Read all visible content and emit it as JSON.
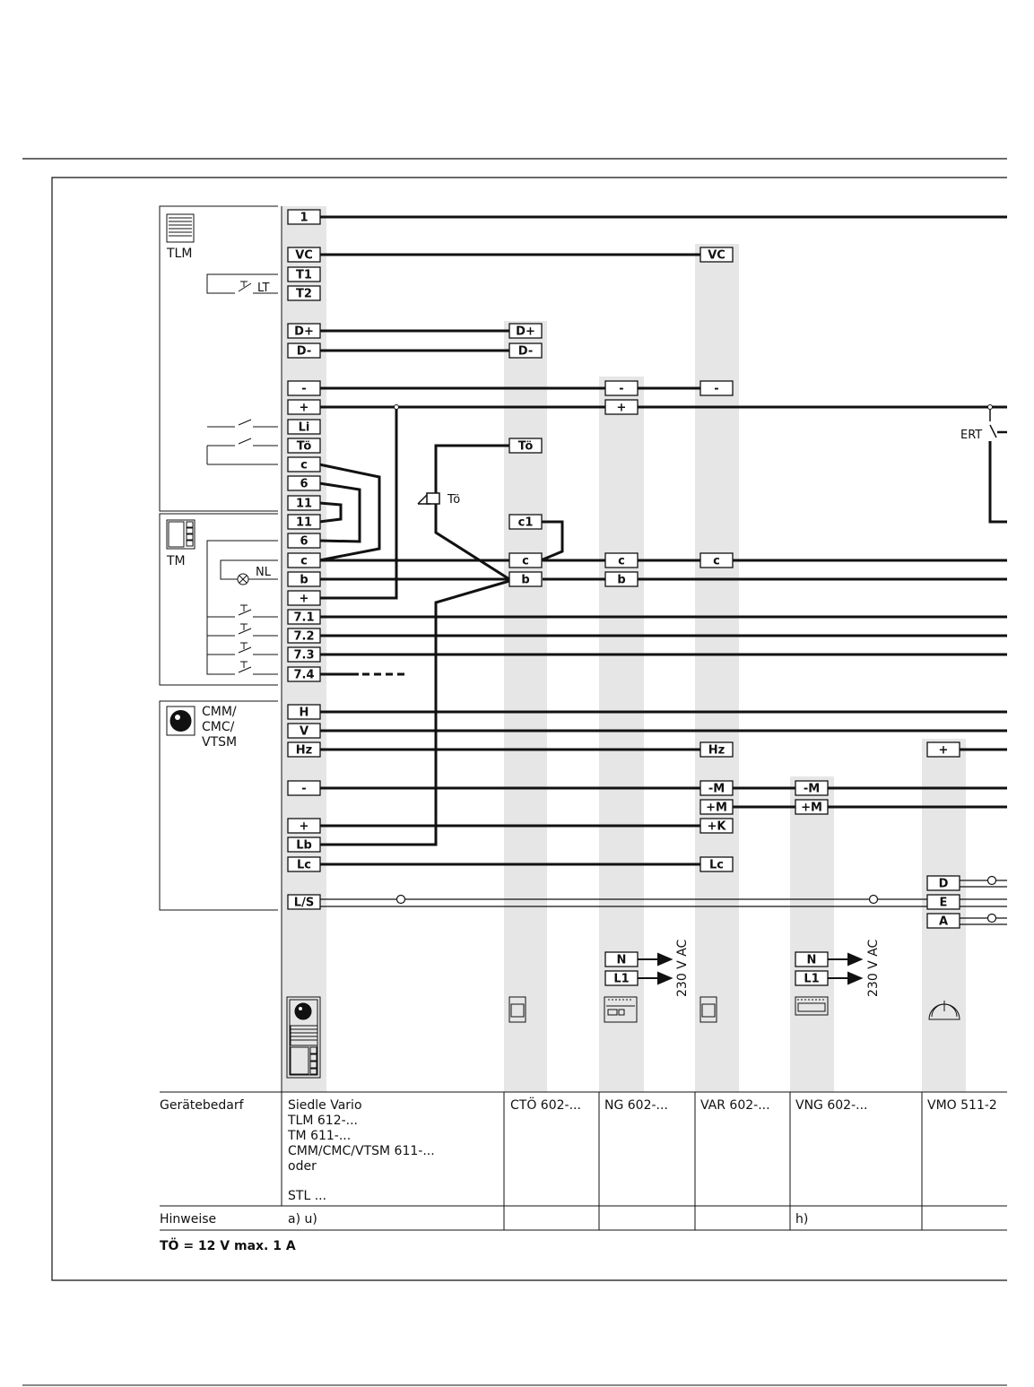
{
  "modules": {
    "tlm": "TLM",
    "tm": "TM",
    "cmm": [
      "CMM/",
      "CMC/",
      "VTSM"
    ]
  },
  "labels": {
    "lt": "LT",
    "nl": "NL",
    "toe_relay": "Tö",
    "ert": "ERT",
    "ac_1": "230 V AC",
    "ac_2": "230 V AC"
  },
  "terminals": {
    "main": [
      "1",
      "VC",
      "T1",
      "T2",
      "D+",
      "D-",
      "-",
      "+",
      "Li",
      "Tö",
      "c",
      "6",
      "11",
      "11",
      "6",
      "c",
      "b",
      "+",
      "7.1",
      "7.2",
      "7.3",
      "7.4",
      "H",
      "V",
      "Hz",
      "-",
      "+",
      "Lb",
      "Lc",
      "L/S"
    ],
    "ctoe": [
      "D+",
      "D-",
      "Tö",
      "c1",
      "c",
      "b"
    ],
    "ng": [
      "-",
      "+",
      "c",
      "b",
      "N",
      "L1"
    ],
    "var": [
      "VC",
      "-",
      "c",
      "Hz",
      "-M",
      "+M",
      "+K",
      "Lc"
    ],
    "vng": [
      "-M",
      "+M",
      "N",
      "L1"
    ],
    "vmo": [
      "+",
      "D",
      "E",
      "A"
    ]
  },
  "table": {
    "row1_label": "Gerätebedarf",
    "main_lines": [
      "Siedle Vario",
      "TLM 612-...",
      "TM 611-...",
      "CMM/CMC/VTSM 611-...",
      "oder",
      "",
      "STL ..."
    ],
    "devices": [
      "CTÖ 602-...",
      "NG 602-...",
      "VAR 602-...",
      "VNG 602-...",
      "VMO 511-2"
    ],
    "row2_label": "Hinweise",
    "notes": [
      "a) u)",
      "",
      "",
      "",
      "h)",
      ""
    ]
  },
  "footnote": "TÖ = 12 V max. 1 A",
  "colors": {
    "line": "#111111",
    "column_shade": "#e6e6e6"
  }
}
